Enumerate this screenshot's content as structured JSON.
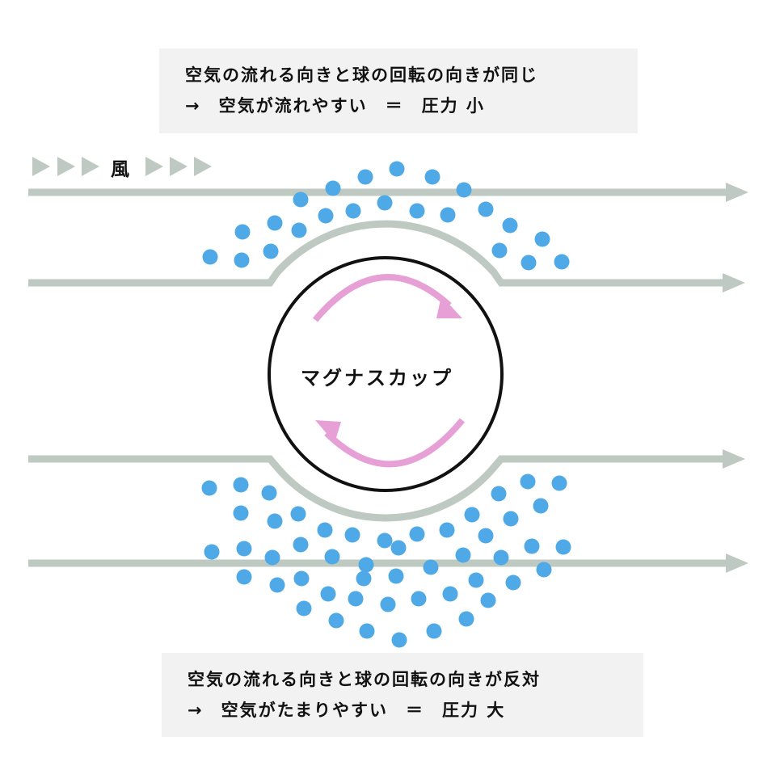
{
  "top_note": {
    "line1": "空気の流れる向きと球の回転の向きが同じ",
    "arrow": "→",
    "result": "空気が流れやすい",
    "equals": "＝",
    "pressure": "圧力 小"
  },
  "bottom_note": {
    "line1": "空気の流れる向きと球の回転の向きが反対",
    "arrow": "→",
    "result": "空気がたまりやすい",
    "equals": "＝",
    "pressure": "圧力 大"
  },
  "wind_label": "風",
  "ball_label": "マグナスカップ",
  "colors": {
    "flow_line": "#bec9c1",
    "air_particle": "#4ea9e6",
    "rotation_arrow": "#e7a0d6",
    "note_bg": "#f2f2f2"
  }
}
